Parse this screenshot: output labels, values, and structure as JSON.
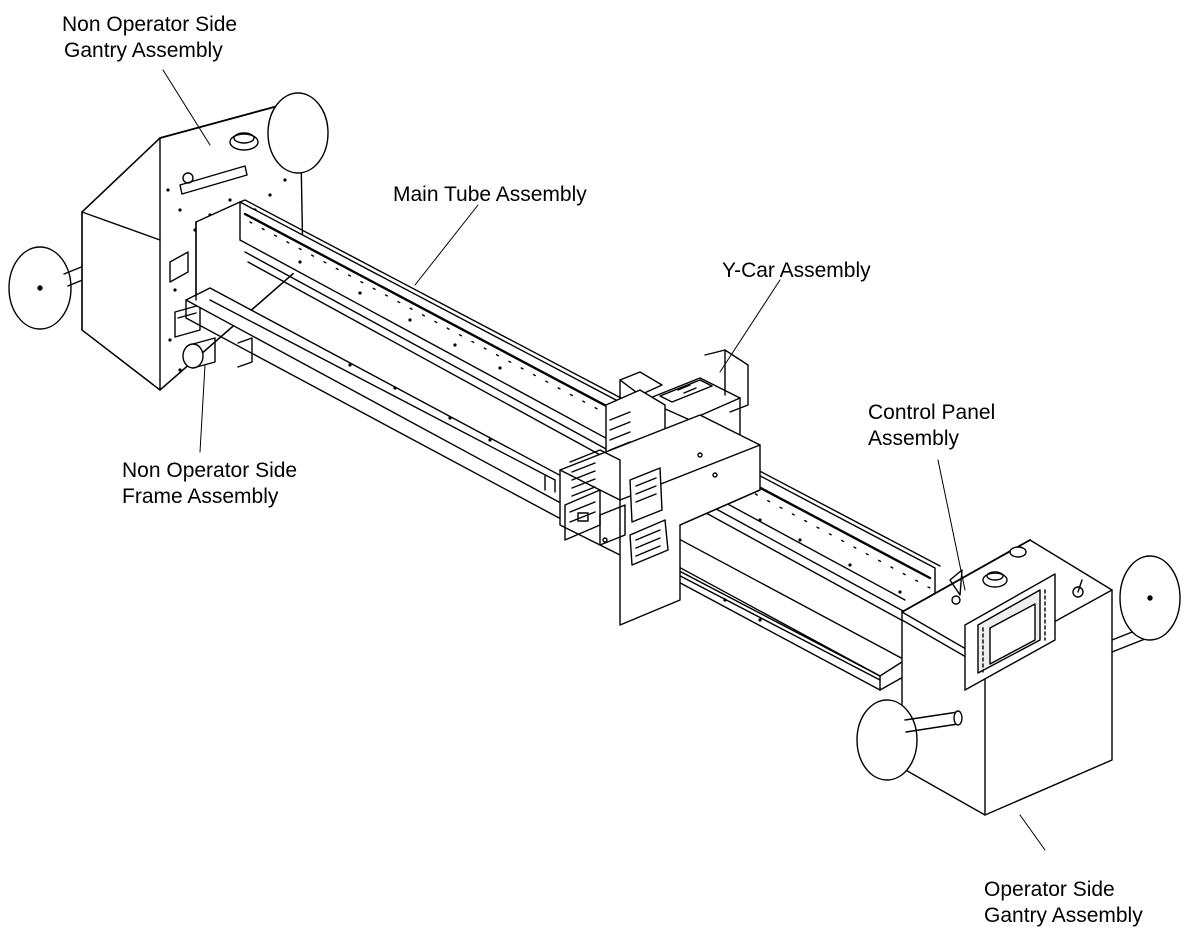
{
  "labels": {
    "non_operator_gantry": {
      "line1": "Non Operator Side",
      "line2": "Gantry Assembly"
    },
    "main_tube": {
      "line1": "Main Tube Assembly"
    },
    "y_car": {
      "line1": "Y-Car Assembly"
    },
    "control_panel": {
      "line1": "Control Panel",
      "line2": "Assembly"
    },
    "non_operator_frame": {
      "line1": "Non Operator Side",
      "line2": "Frame Assembly"
    },
    "operator_gantry": {
      "line1": "Operator Side",
      "line2": "Gantry Assembly"
    }
  },
  "colors": {
    "line": "#000000",
    "panel_fill": "#ffffff",
    "light_fill": "#f6f6f6",
    "dark_fill": "#d8d8d8"
  }
}
